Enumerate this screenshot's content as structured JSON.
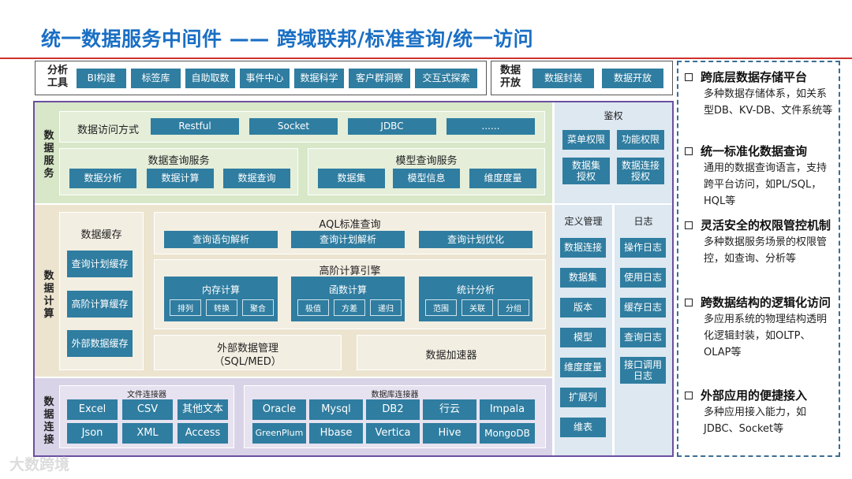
{
  "title": "统一数据服务中间件 —— 跨域联邦/标准查询/统一访问",
  "analysis": {
    "label": "分析工具",
    "items": [
      "BI构建",
      "标签库",
      "自助取数",
      "事件中心",
      "数据科学",
      "客户群洞察",
      "交互式探索"
    ]
  },
  "data_open": {
    "label": "数据开放",
    "items": [
      "数据封装",
      "数据开放"
    ]
  },
  "service": {
    "label": "数据服务",
    "access_label": "数据访问方式",
    "access_items": [
      "Restful",
      "Socket",
      "JDBC",
      "......"
    ],
    "query_title": "数据查询服务",
    "query_items": [
      "数据分析",
      "数据计算",
      "数据查询"
    ],
    "model_title": "模型查询服务",
    "model_items": [
      "数据集",
      "模型信息",
      "维度度量"
    ]
  },
  "auth": {
    "title": "鉴权",
    "items": [
      "菜单权限",
      "功能权限",
      "数据集授权",
      "数据连接授权"
    ]
  },
  "compute": {
    "label": "数据计算",
    "cache_title": "数据缓存",
    "cache_items": [
      "查询计划缓存",
      "高阶计算缓存",
      "外部数据缓存"
    ],
    "aql_title": "AQL标准查询",
    "aql_items": [
      "查询语句解析",
      "查询计划解析",
      "查询计划优化"
    ],
    "engine_title": "高阶计算引擎",
    "groups": [
      {
        "title": "内存计算",
        "items": [
          "排列",
          "转换",
          "聚合"
        ]
      },
      {
        "title": "函数计算",
        "items": [
          "极值",
          "方差",
          "递归"
        ]
      },
      {
        "title": "统计分析",
        "items": [
          "范围",
          "关联",
          "分组"
        ]
      }
    ],
    "external_title": "外部数据管理",
    "external_sub": "（SQL/MED）",
    "accelerator": "数据加速器"
  },
  "define": {
    "title": "定义管理",
    "items": [
      "数据连接",
      "数据集",
      "版本",
      "模型",
      "维度度量",
      "扩展列",
      "维表"
    ]
  },
  "log": {
    "title": "日志",
    "items": [
      "操作日志",
      "使用日志",
      "缓存日志",
      "查询日志",
      "接口调用日志"
    ]
  },
  "connect": {
    "label": "数据连接",
    "file_title": "文件连接器",
    "file_items": [
      "Excel",
      "CSV",
      "其他文本",
      "Json",
      "XML",
      "Access"
    ],
    "db_title": "数据库连接器",
    "db_items": [
      "Oracle",
      "Mysql",
      "DB2",
      "行云",
      "Impala",
      "GreenPlum",
      "Hbase",
      "Vertica",
      "Hive",
      "MongoDB"
    ]
  },
  "features": [
    {
      "title": "跨底层数据存储平台",
      "desc": "多种数据存储体系，如关系型DB、KV-DB、文件系统等"
    },
    {
      "title": "统一标准化数据查询",
      "desc": "通用的数据查询语言，支持跨平台访问，如PL/SQL，HQL等"
    },
    {
      "title": "灵活安全的权限管控机制",
      "desc": "多种数据服务场景的权限管控，如查询、分析等"
    },
    {
      "title": "跨数据结构的逻辑化访问",
      "desc": "多应用系统的物理结构透明化逻辑封装，如OLTP、OLAP等"
    },
    {
      "title": "外部应用的便捷接入",
      "desc": "多种应用接入能力，如JDBC、Socket等"
    }
  ],
  "watermark": "大数跨境",
  "colors": {
    "title": "#1a6fc4",
    "button": "#2f7da0",
    "service_bg": "#d7e7c7",
    "compute_bg": "#ece4cf",
    "connect_bg": "#d9d3e8",
    "side_bg": "#dde8f1",
    "frame": "#6b4fa0"
  }
}
